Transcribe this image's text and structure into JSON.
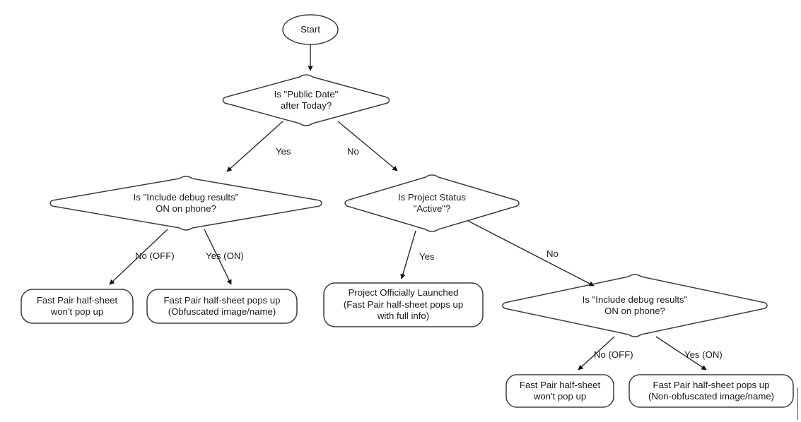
{
  "diagram": {
    "title": "Fast Pair half-sheet visibility decision flow",
    "stroke_color": "#3d3d3d",
    "text_color": "#1a1a1a",
    "background_color": "#ffffff",
    "nodes": {
      "start": {
        "shape": "ellipse",
        "label": "Start"
      },
      "public_date": {
        "shape": "diamond",
        "line1": "Is \"Public Date\"",
        "line2": "after Today?"
      },
      "debug_left": {
        "shape": "diamond",
        "line1": "Is \"Include debug results\"",
        "line2": "ON on phone?"
      },
      "project_status": {
        "shape": "diamond",
        "line1": "Is Project Status",
        "line2": "\"Active\"?"
      },
      "debug_right": {
        "shape": "diamond",
        "line1": "Is \"Include debug results\"",
        "line2": "ON on phone?"
      },
      "left_no_off": {
        "shape": "rounded-rect",
        "line1": "Fast Pair half-sheet",
        "line2": "won't pop up"
      },
      "left_yes_on": {
        "shape": "rounded-rect",
        "line1": "Fast Pair half-sheet pops up",
        "line2": "(Obfuscated image/name)"
      },
      "launched": {
        "shape": "rounded-rect",
        "line1": "Project Officially Launched",
        "line2": "(Fast Pair half-sheet pops up",
        "line3": "with full info)"
      },
      "right_no_off": {
        "shape": "rounded-rect",
        "line1": "Fast Pair half-sheet",
        "line2": "won't pop up"
      },
      "right_yes_on": {
        "shape": "rounded-rect",
        "line1": "Fast Pair half-sheet pops up",
        "line2": "(Non-obfuscated image/name)"
      }
    },
    "edges": [
      {
        "from": "start",
        "to": "public_date",
        "label": ""
      },
      {
        "from": "public_date",
        "to": "debug_left",
        "label": "Yes"
      },
      {
        "from": "public_date",
        "to": "project_status",
        "label": "No"
      },
      {
        "from": "debug_left",
        "to": "left_no_off",
        "label": "No (OFF)"
      },
      {
        "from": "debug_left",
        "to": "left_yes_on",
        "label": "Yes (ON)"
      },
      {
        "from": "project_status",
        "to": "launched",
        "label": "Yes"
      },
      {
        "from": "project_status",
        "to": "debug_right",
        "label": "No"
      },
      {
        "from": "debug_right",
        "to": "right_no_off",
        "label": "No (OFF)"
      },
      {
        "from": "debug_right",
        "to": "right_yes_on",
        "label": "Yes (ON)"
      }
    ],
    "edge_labels": {
      "public_date_yes": "Yes",
      "public_date_no": "No",
      "debug_left_no": "No (OFF)",
      "debug_left_yes": "Yes (ON)",
      "project_status_yes": "Yes",
      "project_status_no": "No",
      "debug_right_no": "No (OFF)",
      "debug_right_yes": "Yes (ON)"
    }
  }
}
